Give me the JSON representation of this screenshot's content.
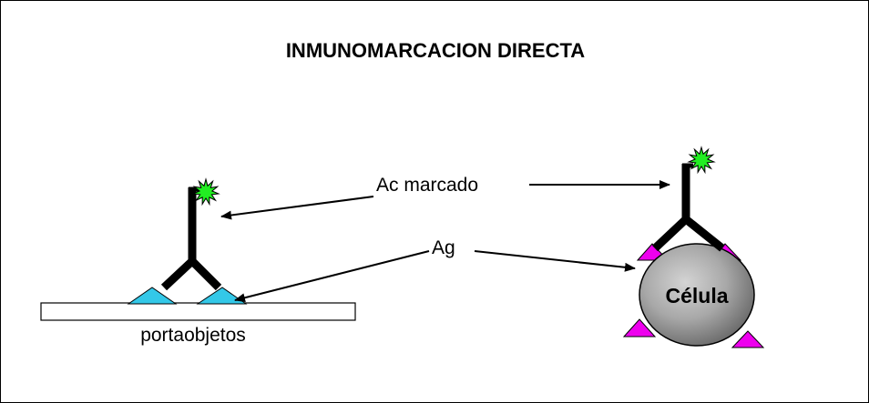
{
  "title": "INMUNOMARCACION DIRECTA",
  "labels": {
    "antibody": "Ac marcado",
    "antigen": "Ag",
    "slide": "portaobjetos",
    "cell": "Célula"
  },
  "colors": {
    "antibody": "#000000",
    "fluorochrome": "#22ee22",
    "antigen_slide": "#33c8e8",
    "antigen_cell": "#ee00ee",
    "cell_fill": "#a8a8a8"
  },
  "icons": {
    "label_marker": "starburst-icon",
    "antibody": "y-shaped-antibody-icon",
    "antigen": "triangle-icon"
  }
}
